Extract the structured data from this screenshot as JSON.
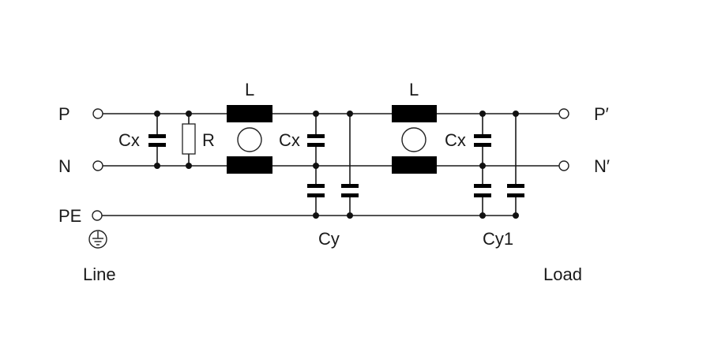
{
  "diagram": {
    "title": "EMI line filter schematic",
    "colors": {
      "ink": "#1a1a1a",
      "background": "#ffffff"
    },
    "terminals": {
      "input": {
        "p": "P",
        "n": "N",
        "pe": "PE"
      },
      "output": {
        "p": "P′",
        "n": "N′"
      }
    },
    "components": {
      "cx_input": "Cx",
      "resistor": "R",
      "inductor_1": "L",
      "cx_middle": "Cx",
      "cy_group": "Cy",
      "inductor_2": "L",
      "cx_output": "Cx",
      "cy1_group": "Cy1"
    },
    "sides": {
      "left": "Line",
      "right": "Load"
    },
    "ground_symbol": "protective-earth-icon"
  }
}
